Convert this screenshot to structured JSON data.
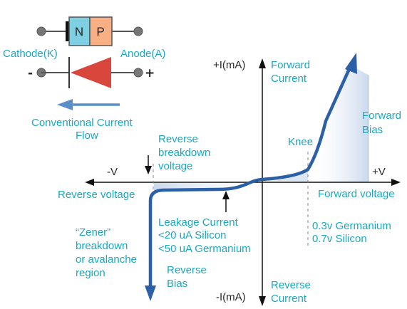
{
  "colors": {
    "label_cyan": "#19A9BF",
    "curve_blue": "#2B5FA8",
    "n_region": "#7FCFE3",
    "p_region": "#F8AF83",
    "diode_triangle": "#D9463C",
    "shade_blue": "#DCE6F2"
  },
  "diode": {
    "n_label": "N",
    "p_label": "P",
    "cathode_label": "Cathode(K)",
    "anode_label": "Anode(A)",
    "minus_sign": "-",
    "plus_sign": "+",
    "flow_line1": "Conventional Current",
    "flow_line2": "Flow"
  },
  "axes": {
    "y_pos_label": "+I(mA)",
    "y_neg_label": "-I(mA)",
    "x_pos_label": "+V",
    "x_neg_label": "-V",
    "forward_current_line1": "Forward",
    "forward_current_line2": "Current",
    "reverse_current_line1": "Reverse",
    "reverse_current_line2": "Current",
    "forward_voltage": "Forward voltage",
    "reverse_voltage": "Reverse voltage"
  },
  "annotations": {
    "forward_bias_line1": "Forward",
    "forward_bias_line2": "Bias",
    "knee": "Knee",
    "breakdown_line1": "Reverse",
    "breakdown_line2": "breakdown",
    "breakdown_line3": "voltage",
    "germanium_voltage": "0.3v Germanium",
    "silicon_voltage": "0.7v Silicon",
    "leakage_line1": "Leakage Current",
    "leakage_line2": "<20 uA Silicon",
    "leakage_line3": "<50 uA Germanium",
    "zener_line1": "“Zener”",
    "zener_line2": "breakdown",
    "zener_line3": "or avalanche",
    "zener_line4": "region",
    "reverse_bias_line1": "Reverse",
    "reverse_bias_line2": "Bias"
  }
}
